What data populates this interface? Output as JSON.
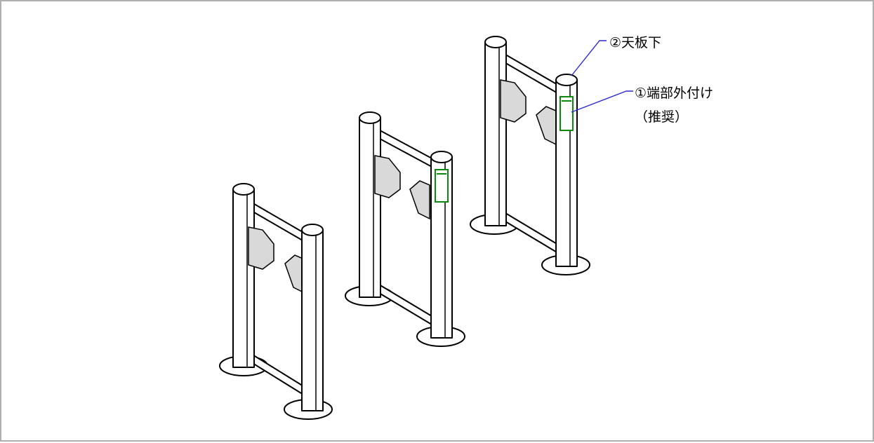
{
  "colors": {
    "outline": "#000000",
    "reader_green": "#0a8a0a",
    "leader_blue": "#2a2ad0",
    "frame": "#b0b0b0"
  },
  "labels": {
    "under_top": "②天板下",
    "end_external": "①端部外付け",
    "recommended": "（推奨）"
  }
}
